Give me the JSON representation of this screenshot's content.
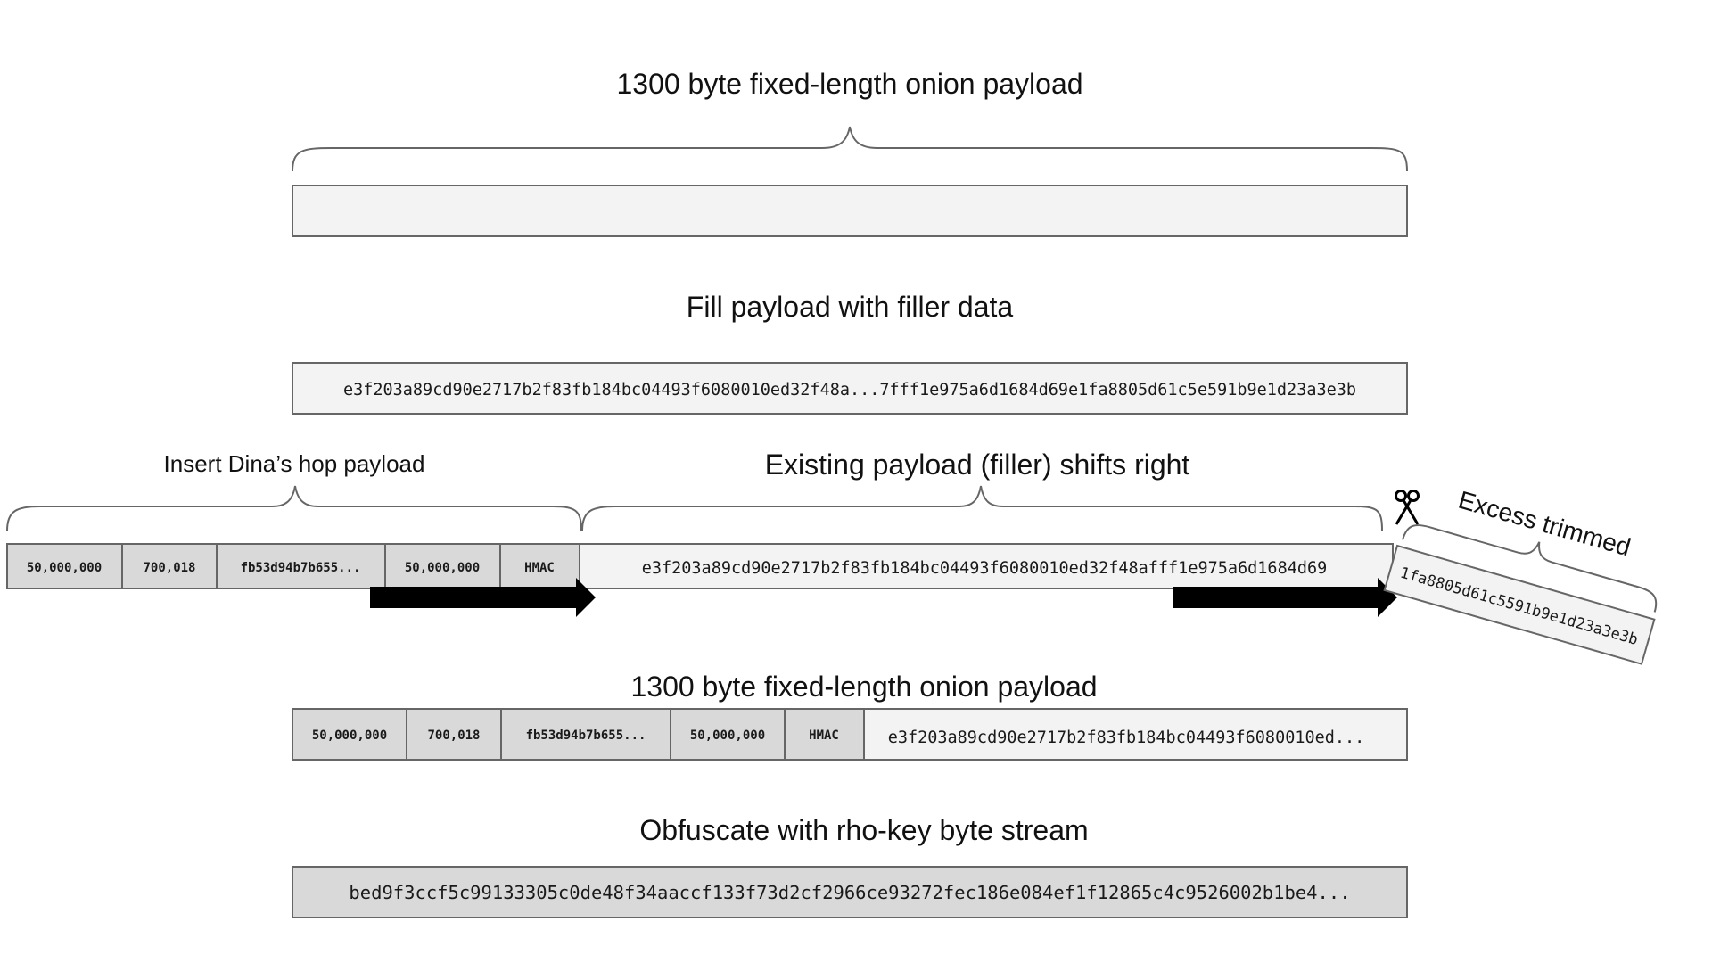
{
  "steps": {
    "payload_title": "1300 byte fixed-length onion payload",
    "fill_title": "Fill payload with filler data",
    "filler_data": "e3f203a89cd90e2717b2f83fb184bc04493f6080010ed32f48a...7fff1e975a6d1684d69e1fa8805d61c5e591b9e1d23a3e3b",
    "insert_title": "Insert Dina’s hop payload",
    "shift_title": "Existing payload (filler) shifts right",
    "shifted_data": "e3f203a89cd90e2717b2f83fb184bc04493f6080010ed32f48afff1e975a6d1684d69",
    "excess_title": "Excess trimmed",
    "excess_data": "1fa8805d61c5591b9e1d23a3e3b",
    "result_title": "1300 byte fixed-length onion payload",
    "result_data": "e3f203a89cd90e2717b2f83fb184bc04493f6080010ed...",
    "obfuscate_title": "Obfuscate with rho-key byte stream",
    "obfuscated_data": "bed9f3ccf5c99133305c0de48f34aaccf133f73d2cf2966ce93272fec186e084ef1f12865c4c9526002b1be4..."
  },
  "hop_payload": {
    "amount": "50,000,000",
    "cltv": "700,018",
    "key": "fb53d94b7b655...",
    "amount2": "50,000,000",
    "hmac": "HMAC"
  },
  "colors": {
    "light_fill": "#f3f3f3",
    "segment_fill": "#d9d9d9",
    "stroke": "#666666",
    "arrow": "#000000"
  },
  "icons": {
    "trim": "scissors-icon",
    "shift": "right-arrow-icon"
  }
}
